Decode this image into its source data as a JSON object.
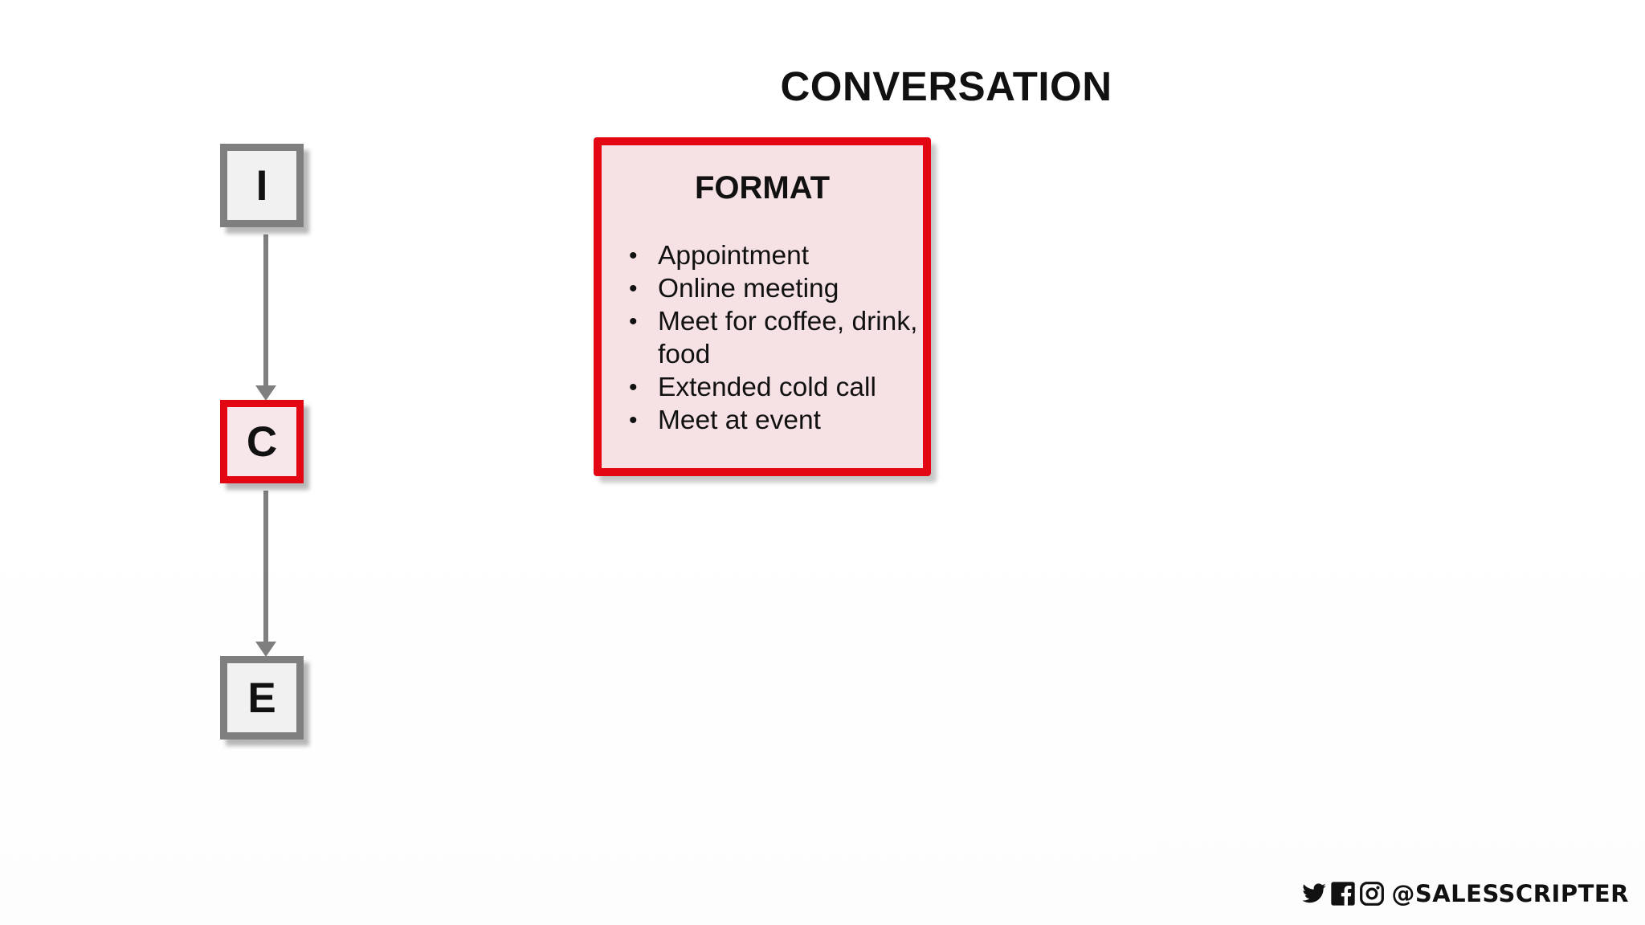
{
  "title": "CONVERSATION",
  "flow": {
    "steps": [
      {
        "label": "I",
        "active": false
      },
      {
        "label": "C",
        "active": true
      },
      {
        "label": "E",
        "active": false
      }
    ]
  },
  "format_card": {
    "title": "FORMAT",
    "items": [
      "Appointment",
      "Online meeting",
      "Meet for coffee, drink, food",
      "Extended cold call",
      "Meet at event"
    ]
  },
  "footer": {
    "icons": [
      "twitter-icon",
      "facebook-icon",
      "instagram-icon"
    ],
    "handle": "@SALESSCRIPTER"
  },
  "colors": {
    "accent_red": "#e30613",
    "inactive_gray": "#7f7f7f",
    "card_fill": "#f6e2e5"
  }
}
